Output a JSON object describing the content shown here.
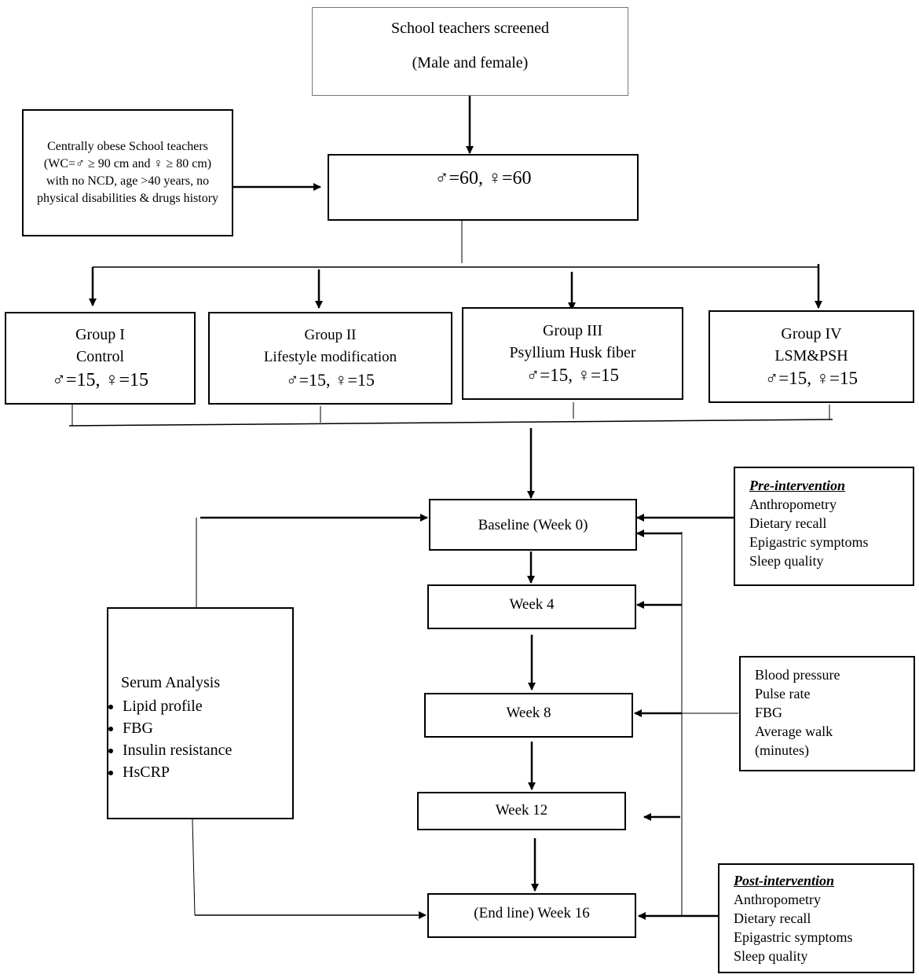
{
  "screened": {
    "line1": "School teachers screened",
    "line2": "(Male and female)"
  },
  "criteria": {
    "text": "Centrally obese School teachers (WC=♂ ≥ 90 cm and ♀ ≥ 80 cm) with no NCD, age >40 years, no physical disabilities & drugs history"
  },
  "enrolled": {
    "text": "♂=60, ♀=60"
  },
  "groups": [
    {
      "name": "Group I",
      "desc": "Control",
      "counts": "♂=15, ♀=15"
    },
    {
      "name": "Group II",
      "desc": "Lifestyle modification",
      "counts": "♂=15, ♀=15"
    },
    {
      "name": "Group III",
      "desc": "Psyllium Husk fiber",
      "counts": "♂=15, ♀=15"
    },
    {
      "name": "Group IV",
      "desc": "LSM&PSH",
      "counts": "♂=15, ♀=15"
    }
  ],
  "timeline": [
    {
      "label": "Baseline (Week 0)"
    },
    {
      "label": "Week 4"
    },
    {
      "label": "Week 8"
    },
    {
      "label": "Week 12"
    },
    {
      "label": "(End line) Week 16"
    }
  ],
  "pre": {
    "title": "Pre-intervention",
    "items": [
      "Anthropometry",
      "Dietary recall",
      "Epigastric symptoms",
      "Sleep quality"
    ]
  },
  "periodic": {
    "items": [
      "Blood pressure",
      "Pulse rate",
      "FBG",
      "Average walk",
      "(minutes)"
    ]
  },
  "post": {
    "title": "Post-intervention",
    "items": [
      "Anthropometry",
      "Dietary recall",
      "Epigastric symptoms",
      "Sleep quality"
    ]
  },
  "serum": {
    "title": "Serum Analysis",
    "items": [
      "Lipid profile",
      "FBG",
      "Insulin resistance",
      "HsCRP"
    ]
  }
}
